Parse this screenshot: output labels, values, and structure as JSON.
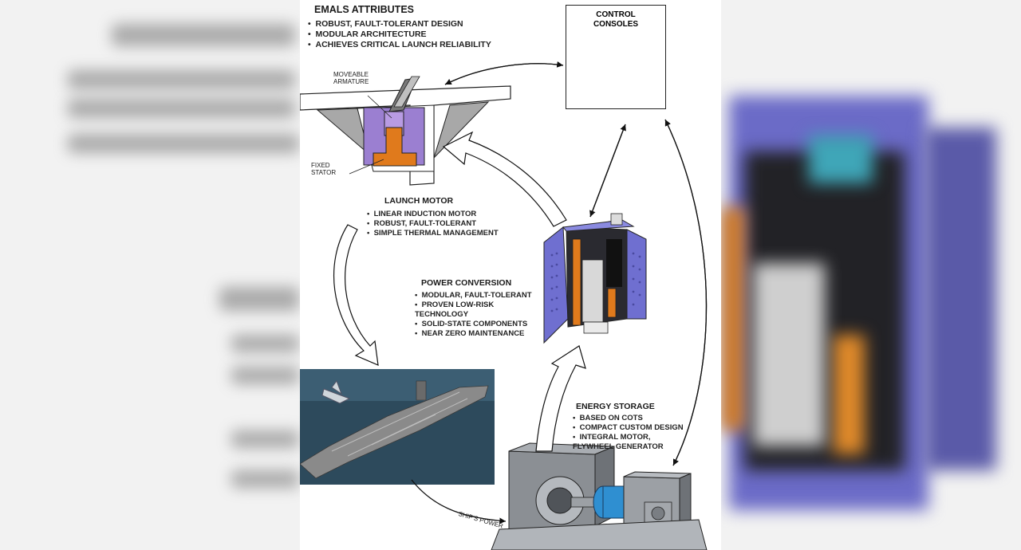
{
  "attributes": {
    "title": "EMALS ATTRIBUTES",
    "items": [
      "ROBUST, FAULT-TOLERANT DESIGN",
      "MODULAR ARCHITECTURE",
      "ACHIEVES CRITICAL LAUNCH RELIABILITY"
    ]
  },
  "control_consoles": {
    "title": "CONTROL\nCONSOLES"
  },
  "rail_labels": {
    "armature": "MOVEABLE\nARMATURE",
    "stator": "FIXED\nSTATOR"
  },
  "launch_motor": {
    "title": "LAUNCH MOTOR",
    "items": [
      "LINEAR INDUCTION MOTOR",
      "ROBUST, FAULT-TOLERANT",
      "SIMPLE THERMAL MANAGEMENT"
    ]
  },
  "power_conversion": {
    "title": "POWER CONVERSION",
    "items": [
      "MODULAR, FAULT-TOLERANT",
      "PROVEN LOW-RISK\nTECHNOLOGY",
      "SOLID-STATE COMPONENTS",
      "NEAR ZERO MAINTENANCE"
    ]
  },
  "energy_storage": {
    "title": "ENERGY STORAGE",
    "items": [
      "BASED ON COTS",
      "COMPACT CUSTOM DESIGN",
      "INTEGRAL MOTOR,\nFLYWHEEL GENERATOR"
    ]
  },
  "ships_power": {
    "label": "SHIP'S POWER"
  },
  "colors": {
    "cabinet": "#7b7bd9",
    "orange": "#e07a1c",
    "purple": "#9b7fd1",
    "sea": "#2d4a5c",
    "machine": "#8b8f94",
    "accent_blue": "#2f8fd1"
  }
}
